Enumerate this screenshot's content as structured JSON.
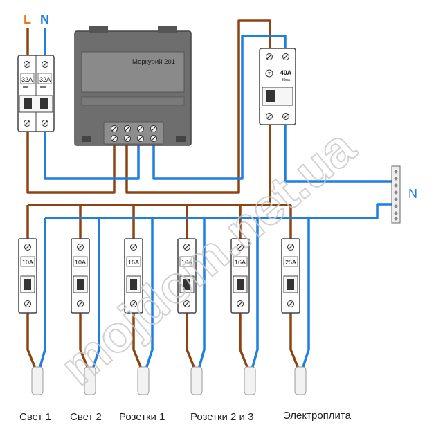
{
  "labels": {
    "line": "L",
    "neutral_top": "N",
    "neutral_bus": "N",
    "meter": "Меркурий 201"
  },
  "main_breaker": {
    "left": "32A",
    "right": "32A"
  },
  "rcd": {
    "rating": "40A",
    "sub": "30мA"
  },
  "breakers": [
    {
      "rating": "10A"
    },
    {
      "rating": "10A"
    },
    {
      "rating": "16A"
    },
    {
      "rating": "16A"
    },
    {
      "rating": "16A"
    },
    {
      "rating": "25A"
    }
  ],
  "circuits": [
    {
      "label": "Свет 1"
    },
    {
      "label": "Свет 2"
    },
    {
      "label": "Розетки 1"
    },
    {
      "label": "Розетки 2 и 3"
    },
    {
      "label": "Электроплита"
    }
  ],
  "watermark": "mojdom.net.ua",
  "colors": {
    "phase": "#8B4513",
    "neutral": "#1E7FE0",
    "label_L": "#E87722",
    "label_N": "#1E7FE0",
    "device_body": "#ffffff",
    "meter_body": "#6e6e6e"
  }
}
